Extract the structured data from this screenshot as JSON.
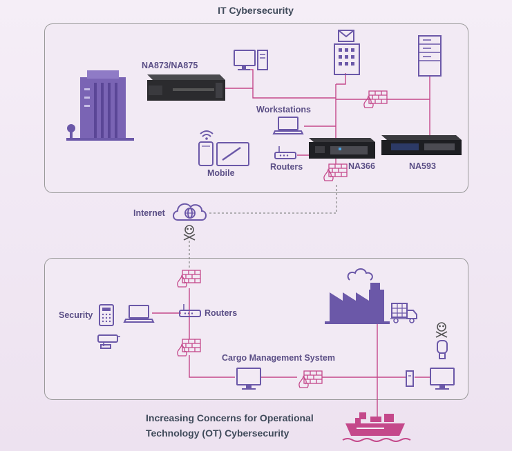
{
  "title": "IT Cybersecurity",
  "bottom_title": {
    "line1": "Increasing Concerns for Operational",
    "line2": "Technology (OT) Cybersecurity"
  },
  "it_labels": {
    "na873": "NA873/NA875",
    "workstations": "Workstations",
    "mobile": "Mobile",
    "routers": "Routers",
    "na366": "NA366",
    "na593": "NA593"
  },
  "internet": "Internet",
  "ot_labels": {
    "security": "Security",
    "routers": "Routers",
    "cargo": "Cargo Management System"
  },
  "colors": {
    "accent": "#6b58a8",
    "link": "#c4488a",
    "text": "#3f4a5a",
    "label": "#5b4f86"
  }
}
